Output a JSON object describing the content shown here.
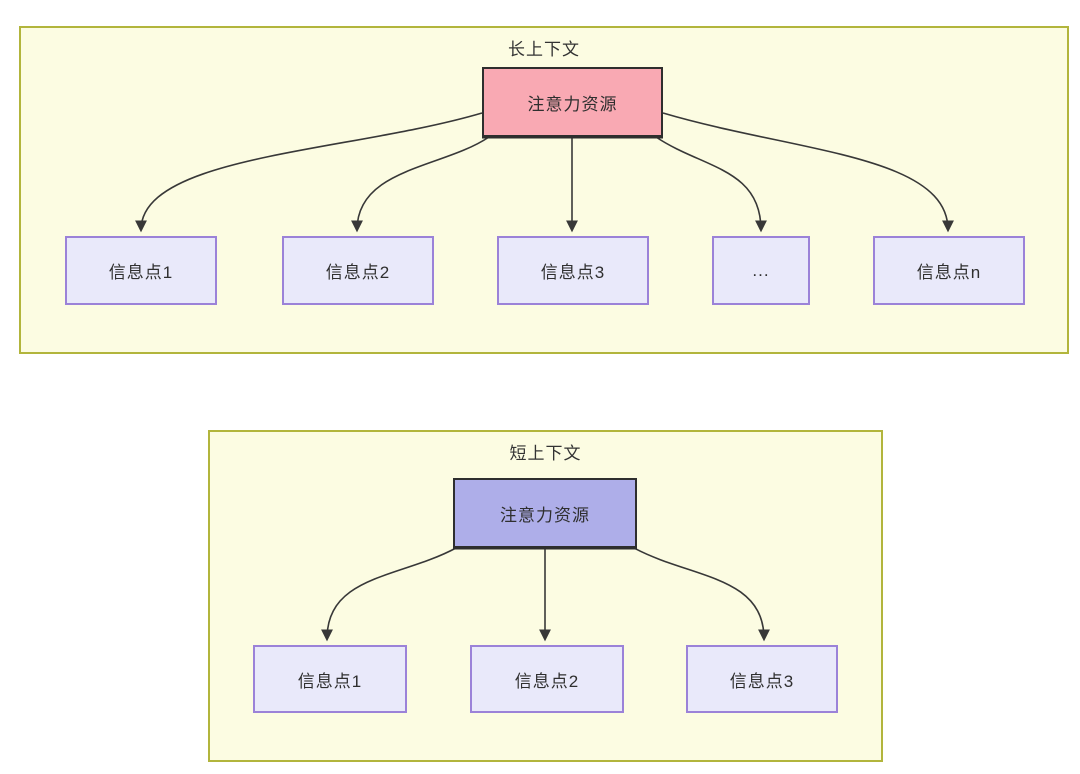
{
  "panels": [
    {
      "title": "长上下文",
      "attention_label": "注意力资源",
      "attention_fill": "#f9a9b3",
      "info_points": [
        "信息点1",
        "信息点2",
        "信息点3",
        "...",
        "信息点n"
      ]
    },
    {
      "title": "短上下文",
      "attention_label": "注意力资源",
      "attention_fill": "#aeaee9",
      "info_points": [
        "信息点1",
        "信息点2",
        "信息点3"
      ]
    }
  ],
  "colors": {
    "panel_fill": "#fcfce2",
    "panel_border": "#b2b53c",
    "node_border_dark": "#2e2e2e",
    "info_fill": "#e9e9fa",
    "info_border": "#9b82d8",
    "arrow": "#383838",
    "text": "#333333",
    "page_background": "#ffffff"
  }
}
